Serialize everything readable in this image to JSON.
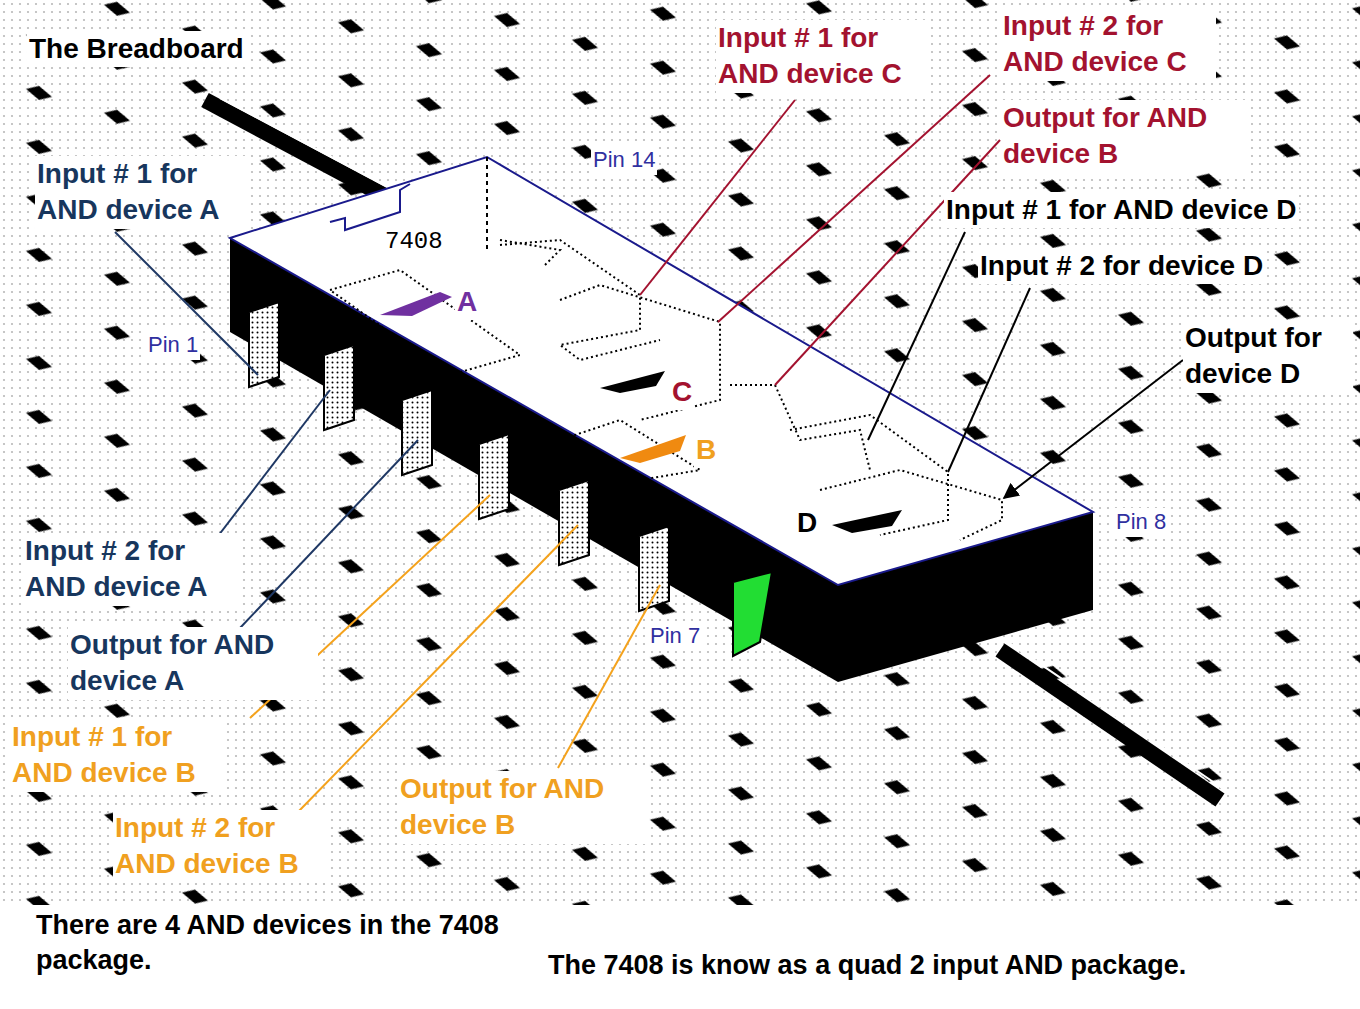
{
  "diagram": {
    "title": "The Breadboard",
    "labels": [
      "Input # 1 for AND device A",
      "Input # 1 for AND device C",
      "Input # 2 for AND device C",
      "Output for AND device B",
      "Pin 14",
      "7408",
      "Input # 1 for AND device D",
      "Input # 2 for device D",
      "A",
      "Pin 1",
      "Output for device D",
      "C",
      "B",
      "D",
      "Pin 8",
      "Input # 2 for AND device A",
      "Pin 7",
      "Output for AND device A",
      "Input # 1 for AND device B",
      "Output for AND device B",
      "Input # 2 for AND device B",
      "There are 4 AND devices in the 7408 package.",
      "The 7408 is know as a quad 2 input AND package."
    ]
  }
}
